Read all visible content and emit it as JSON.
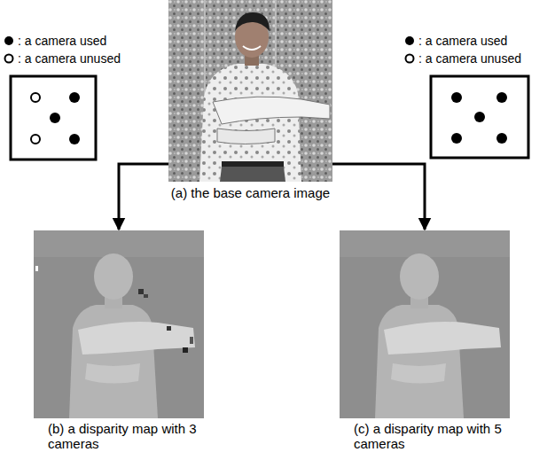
{
  "diagram": {
    "nodes": [
      {
        "text": [
          "(a) the base camera image"
        ]
      },
      {
        "text": [
          "(b) a disparity map with 3 cameras"
        ]
      },
      {
        "text": [
          "(c) a disparity map with 5 cameras"
        ]
      }
    ],
    "edges": [
      {
        "from": 0,
        "to": 1,
        "arrow": "to"
      },
      {
        "from": 0,
        "to": 2,
        "arrow": "to"
      }
    ],
    "legend": [
      {
        "text": ": a camera used"
      },
      {
        "text": ": a camera unused"
      },
      {
        "text": ": a camera used"
      },
      {
        "text": ": a camera unused"
      }
    ]
  }
}
